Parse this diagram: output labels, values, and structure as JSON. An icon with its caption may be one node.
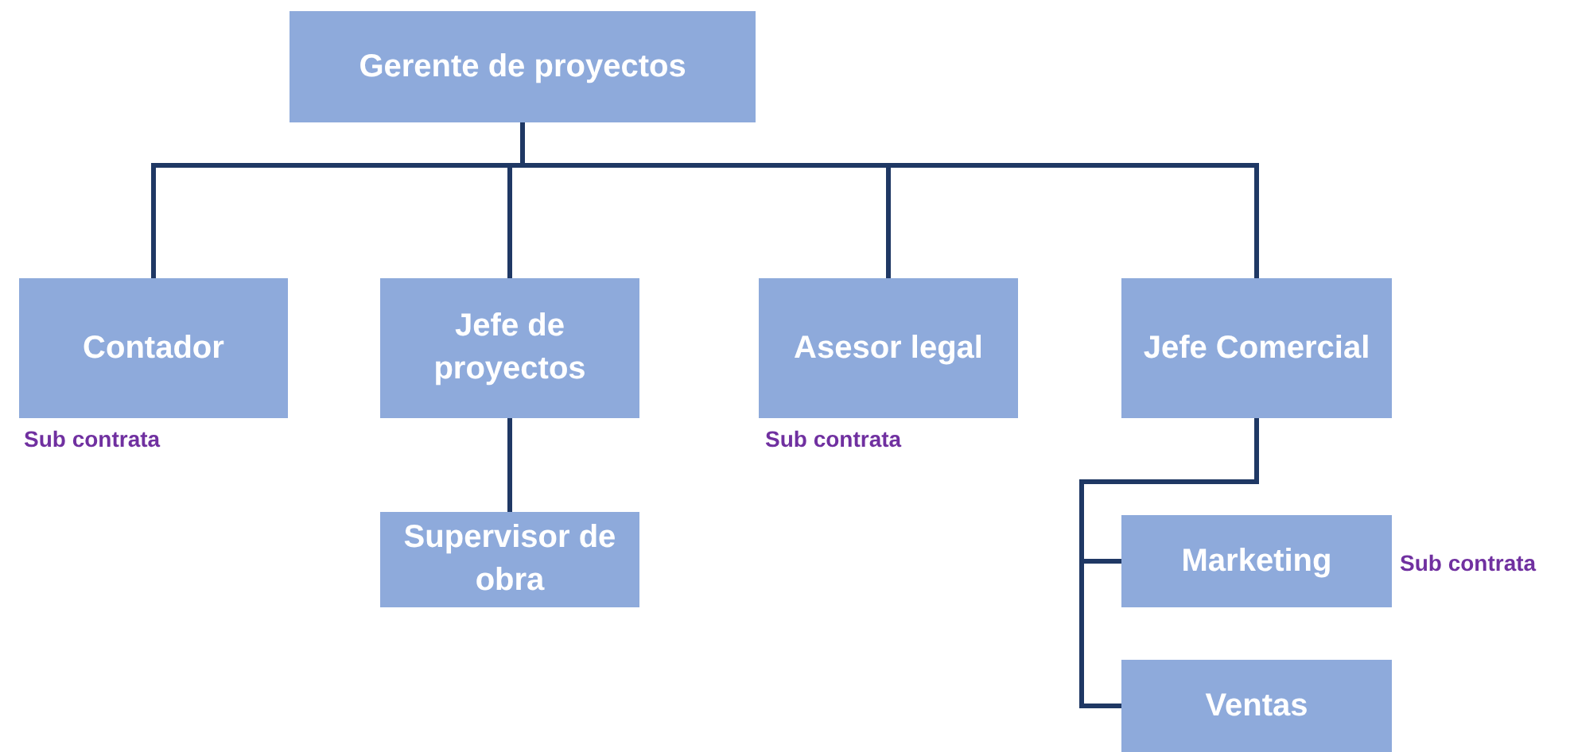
{
  "diagram": {
    "nodes": [
      {
        "text": [
          "Gerente de proyectos"
        ]
      },
      {
        "text": [
          "Contador"
        ],
        "beside": [
          "Sub contrata"
        ]
      },
      {
        "text": [
          "Jefe de proyectos"
        ]
      },
      {
        "text": [
          "Asesor legal"
        ],
        "beside": [
          "Sub contrata"
        ]
      },
      {
        "text": [
          "Jefe Comercial"
        ]
      },
      {
        "text": [
          "Supervisor de obra"
        ]
      },
      {
        "text": [
          "Marketing"
        ],
        "beside": [
          "Sub contrata"
        ]
      },
      {
        "text": [
          "Ventas"
        ]
      }
    ],
    "edges": [
      {
        "from": 0,
        "to": 1,
        "arrow": "none"
      },
      {
        "from": 0,
        "to": 2,
        "arrow": "none"
      },
      {
        "from": 0,
        "to": 3,
        "arrow": "none"
      },
      {
        "from": 0,
        "to": 4,
        "arrow": "none"
      },
      {
        "from": 2,
        "to": 5,
        "arrow": "none"
      },
      {
        "from": 4,
        "to": 6,
        "arrow": "none"
      },
      {
        "from": 4,
        "to": 7,
        "arrow": "none"
      }
    ]
  }
}
